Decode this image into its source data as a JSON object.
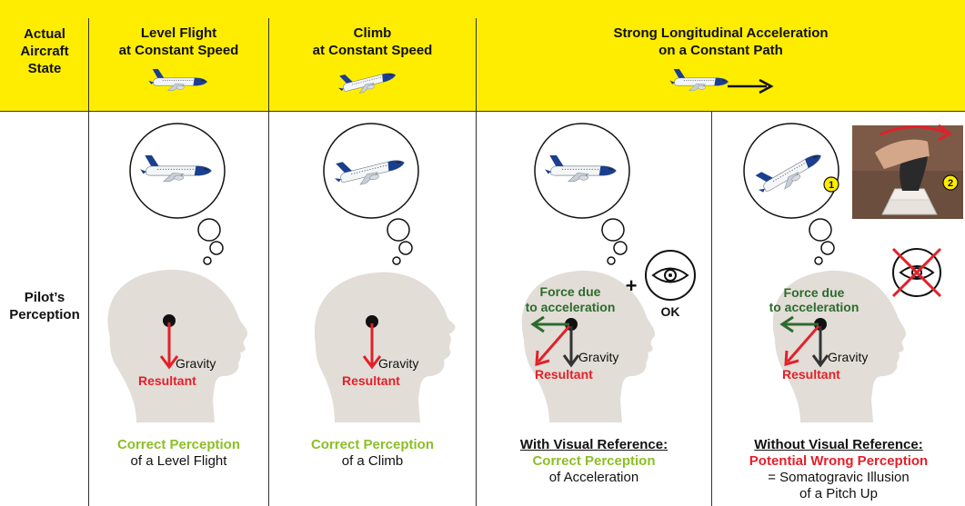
{
  "header": {
    "state_label": [
      "Actual",
      "Aircraft",
      "State"
    ],
    "col1": [
      "Level Flight",
      "at Constant Speed"
    ],
    "col2": [
      "Climb",
      "at Constant Speed"
    ],
    "col3": [
      "Strong Longitudinal Acceleration",
      "on a Constant Path"
    ]
  },
  "pilot_label": [
    "Pilot’s",
    "Perception"
  ],
  "labels": {
    "gravity": "Gravity",
    "resultant": "Resultant",
    "force_line1": "Force due",
    "force_line2": "to acceleration",
    "plus": "+",
    "ok": "OK",
    "badge1": "1",
    "badge2": "2"
  },
  "captions": {
    "c1_line1": "Correct Perception",
    "c1_line2": "of a Level Flight",
    "c2_line1": "Correct Perception",
    "c2_line2": "of a Climb",
    "c3_line1": "With Visual Reference:",
    "c3_line2": "Correct Perception",
    "c3_line3": "of Acceleration",
    "c4_line1": "Without Visual Reference:",
    "c4_line2": "Potential Wrong Perception",
    "c4_line3": "= Somatogravic Illusion",
    "c4_line4": "of a Pitch Up"
  },
  "colors": {
    "header_yellow": "#ffed00",
    "correct_green": "#8cbf26",
    "warning_red": "#e3202a",
    "force_green": "#2d6b2d",
    "head_gray": "#e2ddd7"
  }
}
